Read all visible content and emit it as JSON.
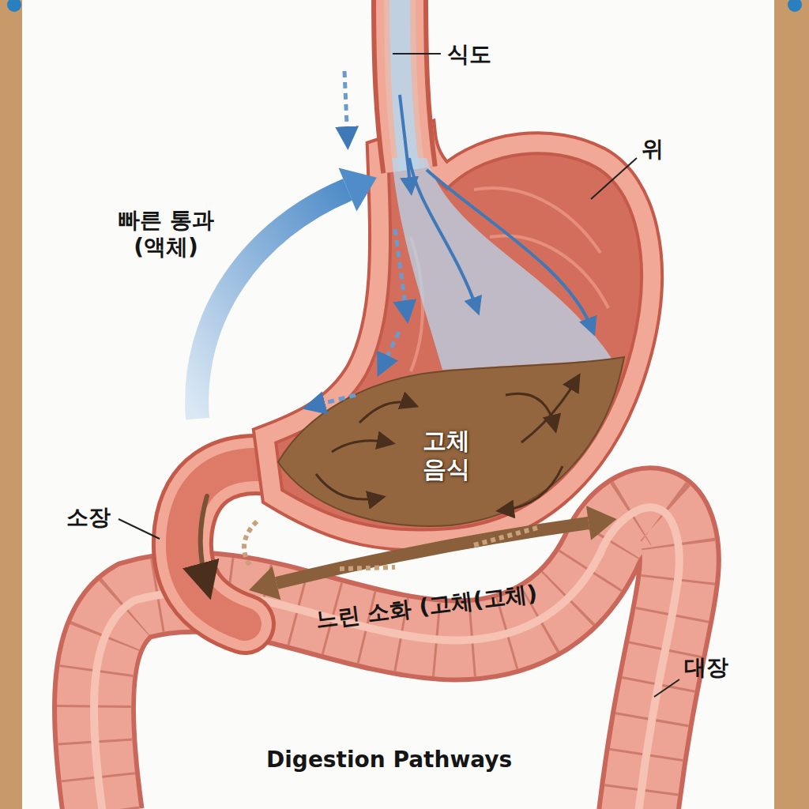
{
  "diagram": {
    "caption": "Digestion Pathways",
    "labels": [
      "식도",
      "위",
      "빠른 통과 (액체)",
      "고체 음식",
      "소장",
      "느린 소화 (고체(고체)",
      "대장"
    ]
  }
}
